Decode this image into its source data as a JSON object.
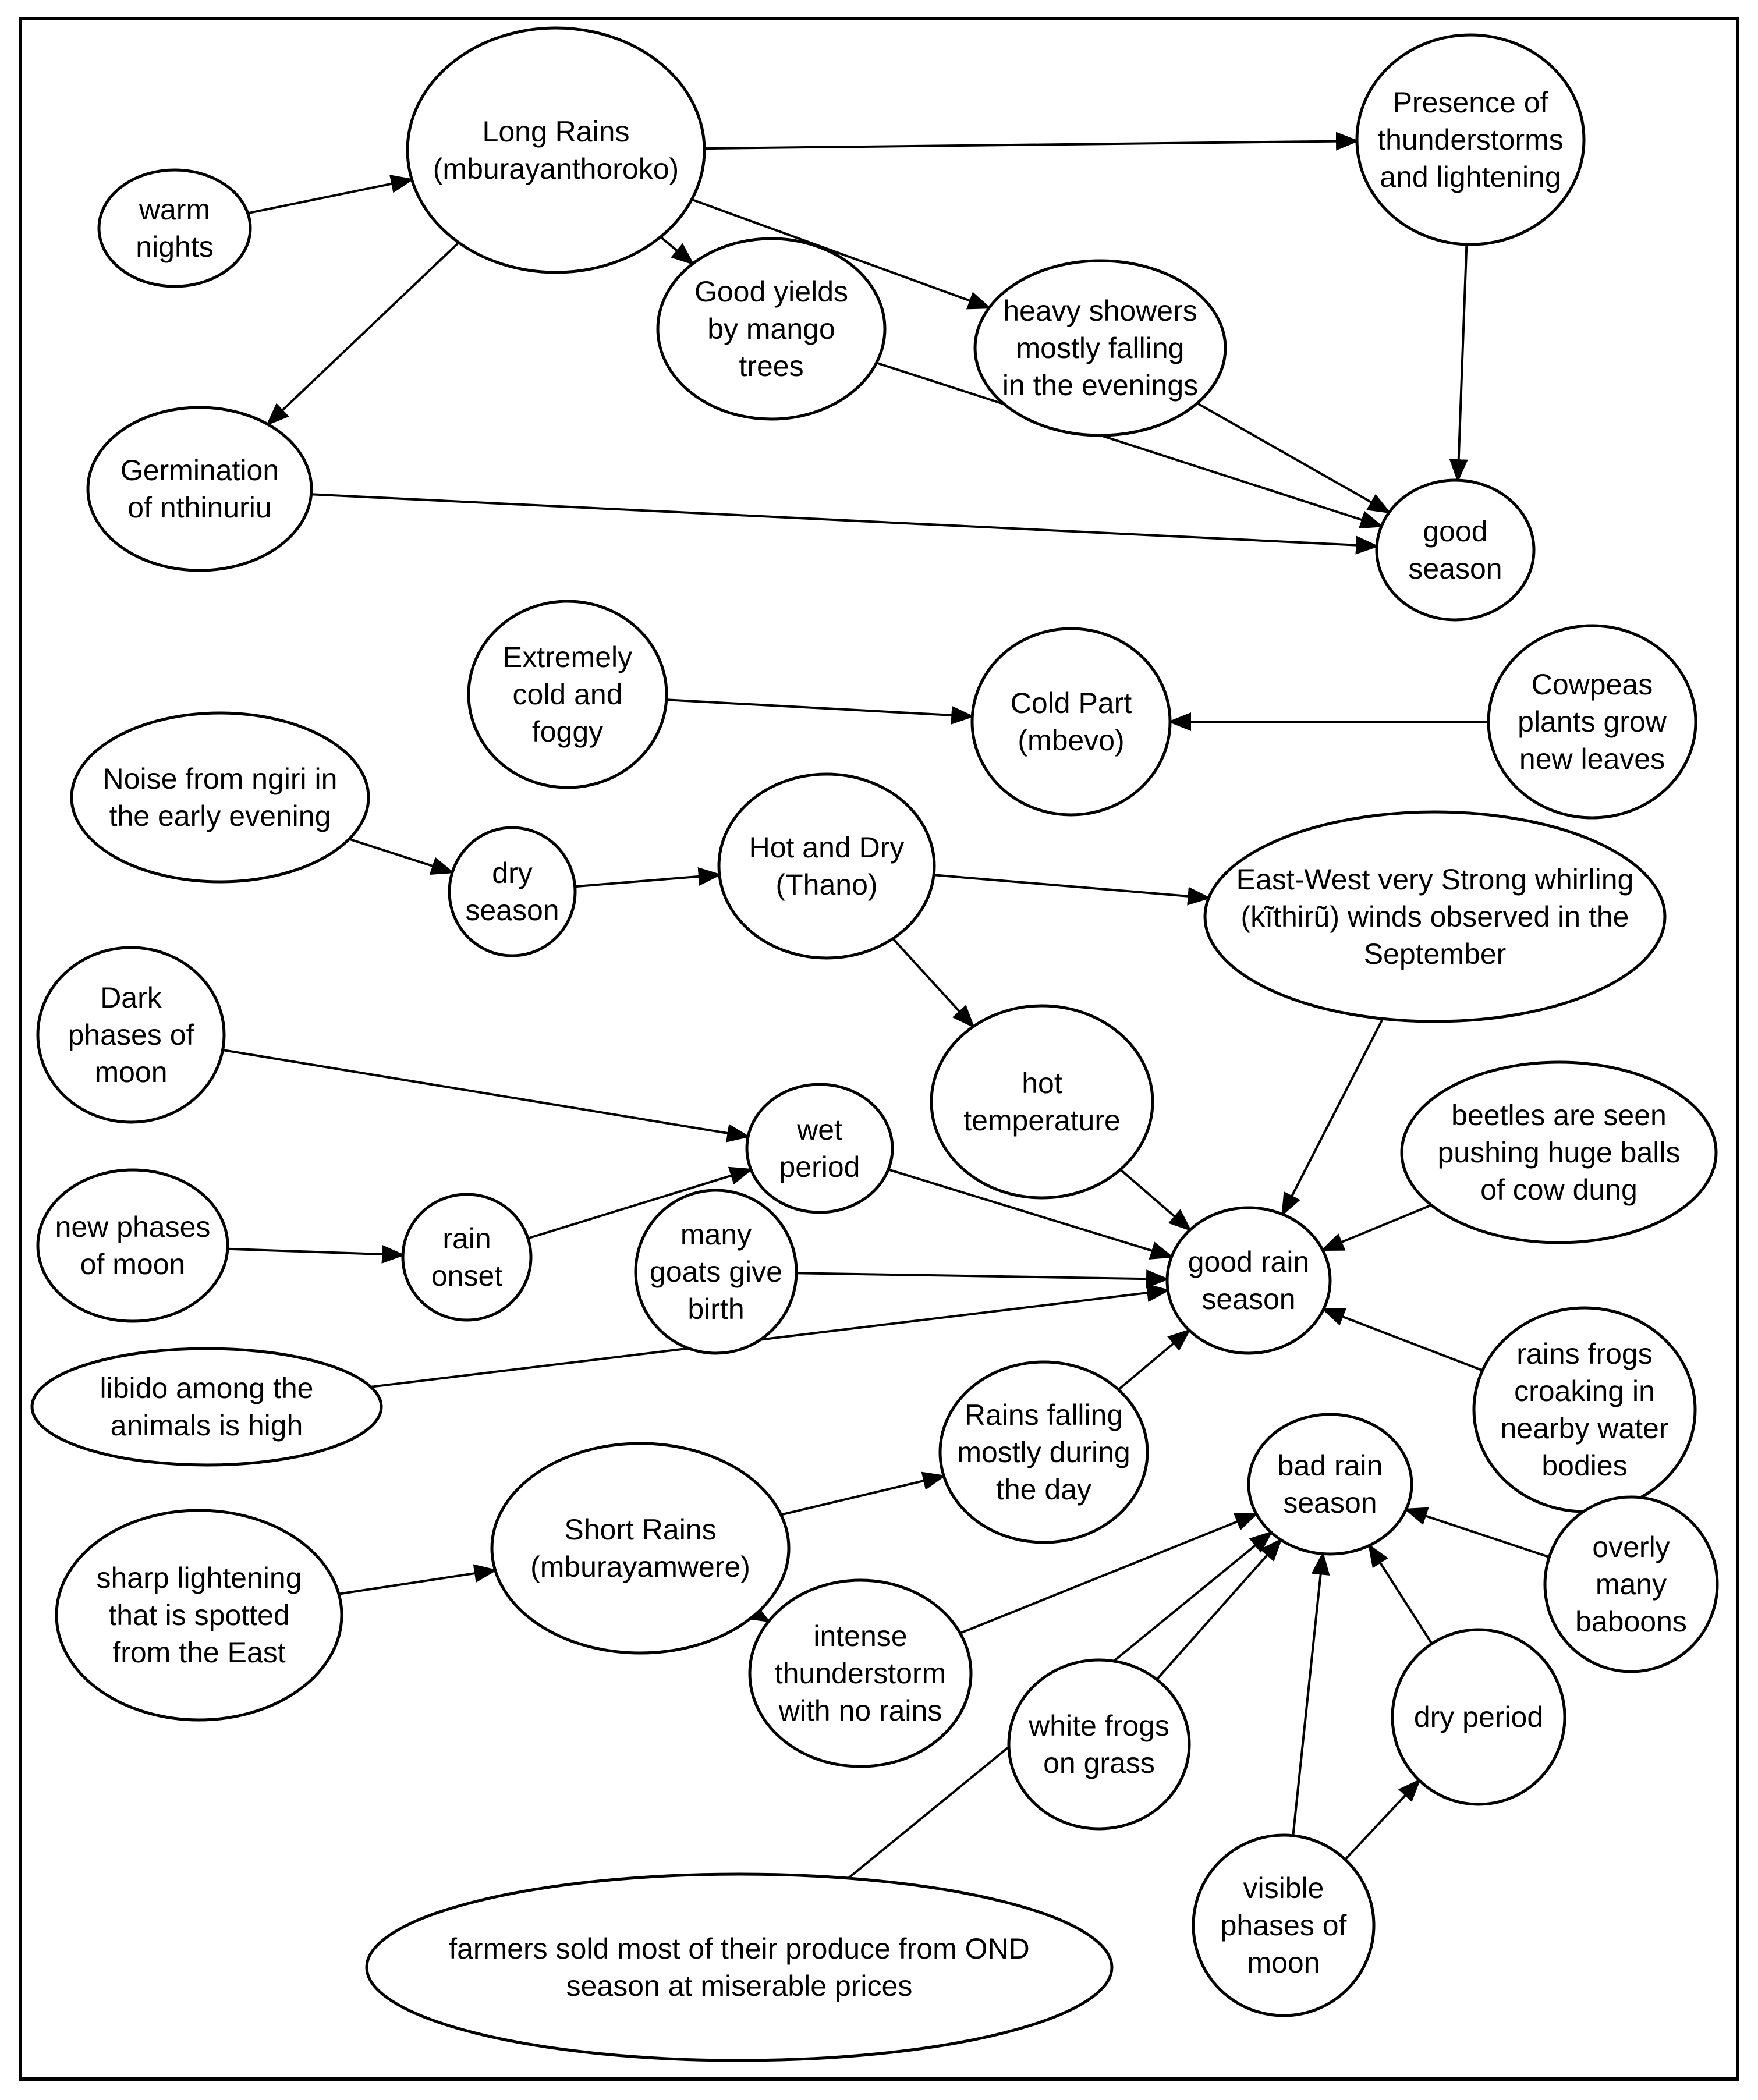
{
  "nodes": [
    {
      "id": "warm-nights",
      "lines": [
        "warm",
        "nights"
      ]
    },
    {
      "id": "long-rains",
      "lines": [
        "Long Rains",
        "(mburayanthoroko)"
      ]
    },
    {
      "id": "thunderstorms",
      "lines": [
        "Presence of",
        "thunderstorms",
        "and lightening"
      ]
    },
    {
      "id": "mango-yields",
      "lines": [
        "Good yields",
        "by mango",
        "trees"
      ]
    },
    {
      "id": "heavy-showers",
      "lines": [
        "heavy showers",
        "mostly falling",
        "in the evenings"
      ]
    },
    {
      "id": "germination",
      "lines": [
        "Germination",
        "of nthinuriu"
      ]
    },
    {
      "id": "good-season",
      "lines": [
        "good",
        "season"
      ]
    },
    {
      "id": "extremely-cold",
      "lines": [
        "Extremely",
        "cold and",
        "foggy"
      ]
    },
    {
      "id": "cold-part",
      "lines": [
        "Cold Part",
        "(mbevo)"
      ]
    },
    {
      "id": "cowpeas",
      "lines": [
        "Cowpeas",
        "plants grow",
        "new leaves"
      ]
    },
    {
      "id": "ngiri-noise",
      "lines": [
        "Noise from ngiri in",
        "the early evening"
      ]
    },
    {
      "id": "dry-season",
      "lines": [
        "dry",
        "season"
      ]
    },
    {
      "id": "hot-dry",
      "lines": [
        "Hot and Dry",
        "(Thano)"
      ]
    },
    {
      "id": "whirling-winds",
      "lines": [
        "East-West very Strong whirling",
        "(kĩthirũ) winds observed in the",
        "September"
      ]
    },
    {
      "id": "dark-moon",
      "lines": [
        "Dark",
        "phases of",
        "moon"
      ]
    },
    {
      "id": "wet-period",
      "lines": [
        "wet",
        "period"
      ]
    },
    {
      "id": "hot-temperature",
      "lines": [
        "hot",
        "temperature"
      ]
    },
    {
      "id": "beetles",
      "lines": [
        "beetles are seen",
        "pushing huge balls",
        "of cow dung"
      ]
    },
    {
      "id": "new-moon",
      "lines": [
        "new phases",
        "of moon"
      ]
    },
    {
      "id": "rain-onset",
      "lines": [
        "rain",
        "onset"
      ]
    },
    {
      "id": "goats-birth",
      "lines": [
        "many",
        "goats give",
        "birth"
      ]
    },
    {
      "id": "good-rain-season",
      "lines": [
        "good rain",
        "season"
      ]
    },
    {
      "id": "libido",
      "lines": [
        "libido among the",
        "animals is high"
      ]
    },
    {
      "id": "rains-day",
      "lines": [
        "Rains falling",
        "mostly during",
        "the day"
      ]
    },
    {
      "id": "frogs-croaking",
      "lines": [
        "rains frogs",
        "croaking in",
        "nearby water",
        "bodies"
      ]
    },
    {
      "id": "bad-rain-season",
      "lines": [
        "bad rain",
        "season"
      ]
    },
    {
      "id": "sharp-lightening",
      "lines": [
        "sharp lightening",
        "that is spotted",
        "from the East"
      ]
    },
    {
      "id": "short-rains",
      "lines": [
        "Short Rains",
        "(mburayamwere)"
      ]
    },
    {
      "id": "baboons",
      "lines": [
        "overly",
        "many",
        "baboons"
      ]
    },
    {
      "id": "intense-thunderstorm",
      "lines": [
        "intense",
        "thunderstorm",
        "with no rains"
      ]
    },
    {
      "id": "white-frogs",
      "lines": [
        "white frogs",
        "on grass"
      ]
    },
    {
      "id": "dry-period",
      "lines": [
        "dry period"
      ]
    },
    {
      "id": "visible-moon",
      "lines": [
        "visible",
        "phases of",
        "moon"
      ]
    },
    {
      "id": "farmers-sold",
      "lines": [
        "farmers sold most of their produce from OND",
        "season at miserable prices"
      ]
    }
  ],
  "edges": [
    {
      "from": "warm-nights",
      "to": "long-rains"
    },
    {
      "from": "long-rains",
      "to": "thunderstorms"
    },
    {
      "from": "long-rains",
      "to": "heavy-showers"
    },
    {
      "from": "long-rains",
      "to": "mango-yields"
    },
    {
      "from": "long-rains",
      "to": "germination"
    },
    {
      "from": "thunderstorms",
      "to": "good-season"
    },
    {
      "from": "heavy-showers",
      "to": "good-season"
    },
    {
      "from": "mango-yields",
      "to": "good-season"
    },
    {
      "from": "germination",
      "to": "good-season"
    },
    {
      "from": "extremely-cold",
      "to": "cold-part"
    },
    {
      "from": "cowpeas",
      "to": "cold-part"
    },
    {
      "from": "ngiri-noise",
      "to": "dry-season"
    },
    {
      "from": "dry-season",
      "to": "hot-dry"
    },
    {
      "from": "hot-dry",
      "to": "whirling-winds"
    },
    {
      "from": "hot-dry",
      "to": "hot-temperature"
    },
    {
      "from": "dark-moon",
      "to": "wet-period"
    },
    {
      "from": "new-moon",
      "to": "rain-onset"
    },
    {
      "from": "rain-onset",
      "to": "wet-period"
    },
    {
      "from": "wet-period",
      "to": "good-rain-season"
    },
    {
      "from": "hot-temperature",
      "to": "good-rain-season"
    },
    {
      "from": "whirling-winds",
      "to": "good-rain-season"
    },
    {
      "from": "beetles",
      "to": "good-rain-season"
    },
    {
      "from": "goats-birth",
      "to": "good-rain-season"
    },
    {
      "from": "libido",
      "to": "good-rain-season"
    },
    {
      "from": "rains-day",
      "to": "good-rain-season"
    },
    {
      "from": "frogs-croaking",
      "to": "good-rain-season"
    },
    {
      "from": "sharp-lightening",
      "to": "short-rains"
    },
    {
      "from": "short-rains",
      "to": "rains-day"
    },
    {
      "from": "short-rains",
      "to": "intense-thunderstorm"
    },
    {
      "from": "intense-thunderstorm",
      "to": "bad-rain-season"
    },
    {
      "from": "white-frogs",
      "to": "bad-rain-season"
    },
    {
      "from": "dry-period",
      "to": "bad-rain-season"
    },
    {
      "from": "baboons",
      "to": "bad-rain-season"
    },
    {
      "from": "visible-moon",
      "to": "bad-rain-season"
    },
    {
      "from": "visible-moon",
      "to": "dry-period"
    },
    {
      "from": "farmers-sold",
      "to": "bad-rain-season"
    }
  ]
}
